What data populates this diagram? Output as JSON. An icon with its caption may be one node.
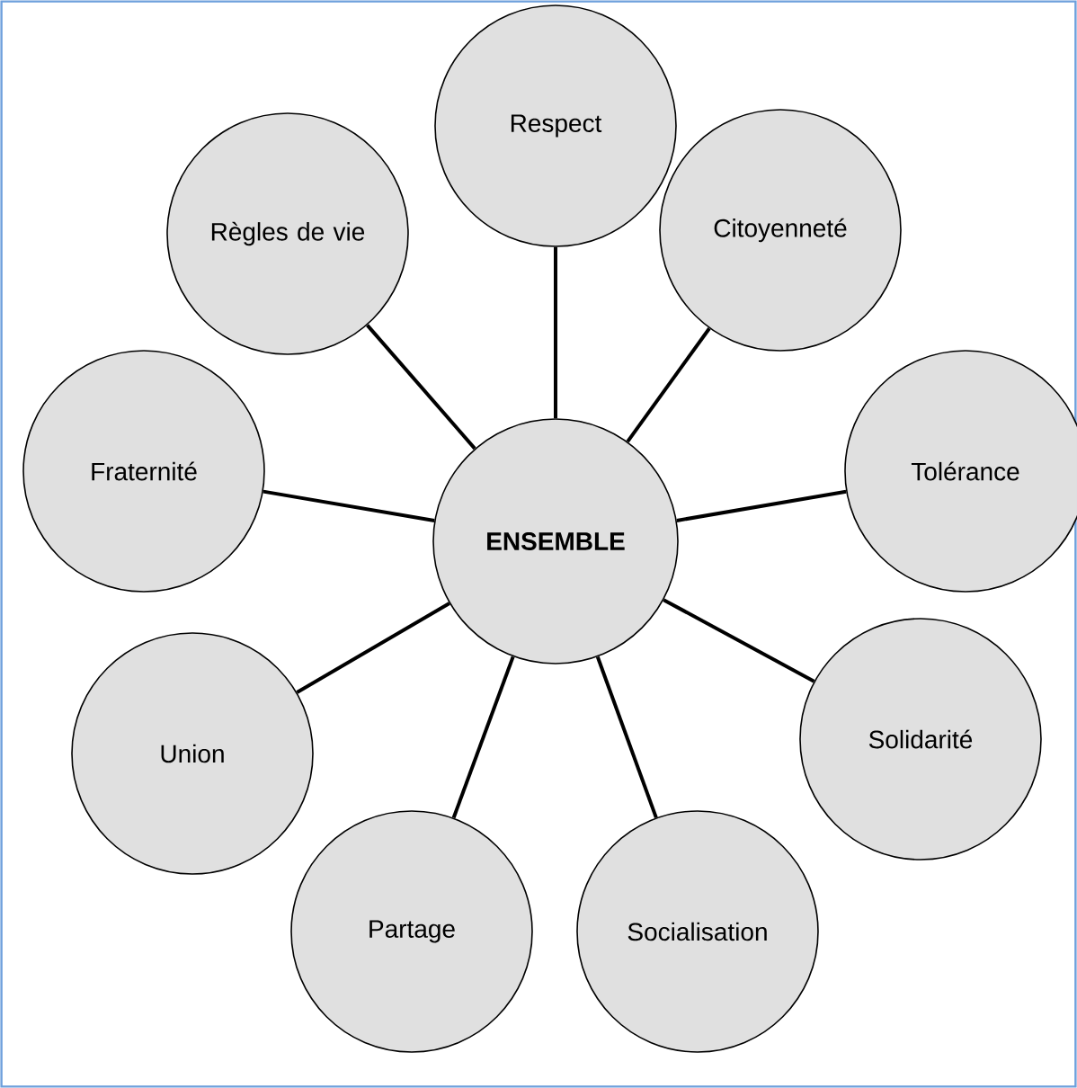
{
  "diagram": {
    "nodes": [
      {
        "text": [
          "ENSEMBLE"
        ]
      },
      {
        "text": [
          "Respect"
        ]
      },
      {
        "text": [
          "Citoyenneté"
        ]
      },
      {
        "text": [
          "Tolérance"
        ]
      },
      {
        "text": [
          "Solidarité"
        ]
      },
      {
        "text": [
          "Socialisation"
        ]
      },
      {
        "text": [
          "Partage"
        ]
      },
      {
        "text": [
          "Union"
        ]
      },
      {
        "text": [
          "Fraternité"
        ]
      },
      {
        "text": [
          "Règles de vie"
        ]
      }
    ],
    "edges": [
      {
        "from": 0,
        "to": 1,
        "arrow": "none"
      },
      {
        "from": 0,
        "to": 2,
        "arrow": "none"
      },
      {
        "from": 0,
        "to": 3,
        "arrow": "none"
      },
      {
        "from": 0,
        "to": 4,
        "arrow": "none"
      },
      {
        "from": 0,
        "to": 5,
        "arrow": "none"
      },
      {
        "from": 0,
        "to": 6,
        "arrow": "none"
      },
      {
        "from": 0,
        "to": 7,
        "arrow": "none"
      },
      {
        "from": 0,
        "to": 8,
        "arrow": "none"
      },
      {
        "from": 0,
        "to": 9,
        "arrow": "none"
      }
    ]
  }
}
